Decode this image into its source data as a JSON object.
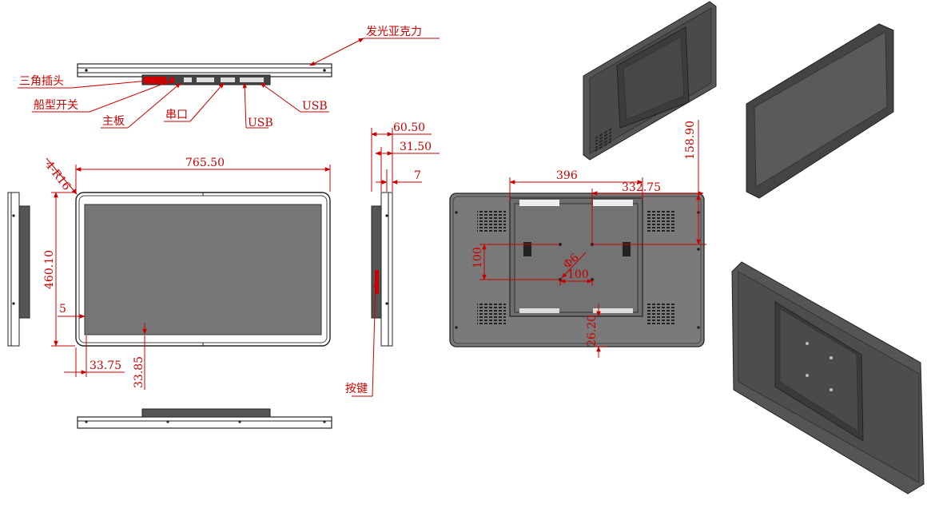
{
  "colors": {
    "annotation": "#cc0000",
    "body_dark": "#555555",
    "screen_gray": "#787878",
    "line": "#222222"
  },
  "labels": {
    "acrylic": "发光亚克力",
    "power_plug": "三角插头",
    "rocker_switch": "船型开关",
    "mainboard": "主板",
    "serial_port": "串口",
    "usb_a": "USB",
    "usb_b": "USB",
    "keys": "按键"
  },
  "dimensions": {
    "corner_radius": "4-R16",
    "overall_width": "765.50",
    "overall_height": "460.10",
    "bezel_side": "5",
    "bottom_offset_x": "33.75",
    "bottom_offset_y": "33.85",
    "depth_total": "60.50",
    "depth_mid": "31.50",
    "depth_front": "7",
    "rear_span": "396",
    "rear_offset": "332.75",
    "rear_top": "158.90",
    "vesa_h": "100",
    "vesa_w": "100",
    "hole_dia": "Φ6",
    "rear_bottom": "26.20"
  }
}
